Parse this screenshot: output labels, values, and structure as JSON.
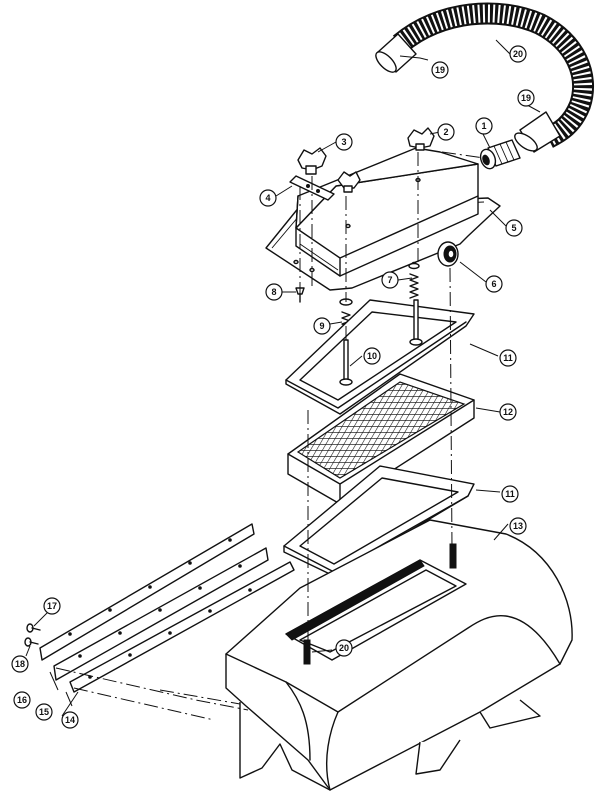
{
  "callouts": [
    {
      "id": "c1",
      "label": "1"
    },
    {
      "id": "c2",
      "label": "2"
    },
    {
      "id": "c3",
      "label": "3"
    },
    {
      "id": "c4",
      "label": "4"
    },
    {
      "id": "c5",
      "label": "5"
    },
    {
      "id": "c6",
      "label": "6"
    },
    {
      "id": "c7",
      "label": "7"
    },
    {
      "id": "c8",
      "label": "8"
    },
    {
      "id": "c9",
      "label": "9"
    },
    {
      "id": "c10",
      "label": "10"
    },
    {
      "id": "c11a",
      "label": "11"
    },
    {
      "id": "c11b",
      "label": "11"
    },
    {
      "id": "c12",
      "label": "12"
    },
    {
      "id": "c13",
      "label": "13"
    },
    {
      "id": "c14",
      "label": "14"
    },
    {
      "id": "c15",
      "label": "15"
    },
    {
      "id": "c16",
      "label": "16"
    },
    {
      "id": "c17",
      "label": "17"
    },
    {
      "id": "c18",
      "label": "18"
    },
    {
      "id": "c19a",
      "label": "19"
    },
    {
      "id": "c19b",
      "label": "19"
    },
    {
      "id": "c20a",
      "label": "20"
    },
    {
      "id": "c20b",
      "label": "20"
    }
  ]
}
